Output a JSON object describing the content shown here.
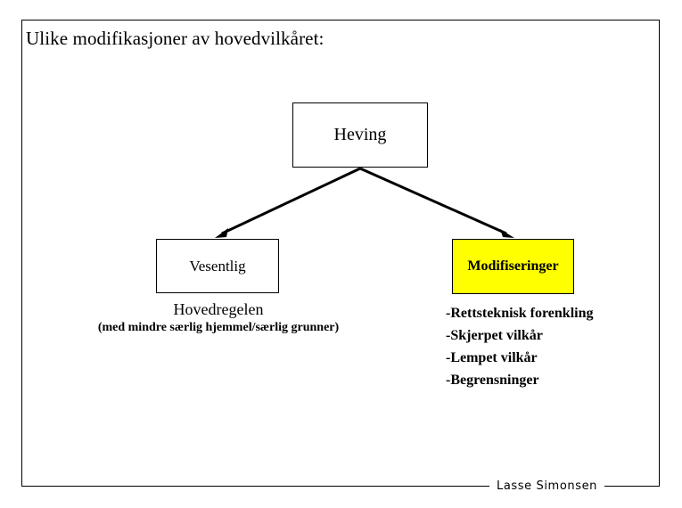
{
  "slide": {
    "title": "Ulike modifikasjoner av hovedvilkåret:",
    "background_color": "#ffffff",
    "frame_color": "#000000"
  },
  "diagram": {
    "root": {
      "label": "Heving",
      "fill": "#ffffff"
    },
    "branches": [
      {
        "box_label": "Vesentlig",
        "fill": "#ffffff",
        "caption_main": "Hovedregelen",
        "caption_sub": "(med mindre særlig hjemmel/særlig grunner)"
      },
      {
        "box_label": "Modifiseringer",
        "fill": "#ffff00",
        "bullets": [
          "-Rettsteknisk forenkling",
          "-Skjerpet vilkår",
          "-Lempet vilkår",
          "-Begrensninger"
        ]
      }
    ],
    "arrows": [
      {
        "name": "arrow-heving-to-vesentlig"
      },
      {
        "name": "arrow-heving-to-modifiseringer"
      }
    ]
  },
  "footer": {
    "credit": "Lasse Simonsen"
  }
}
